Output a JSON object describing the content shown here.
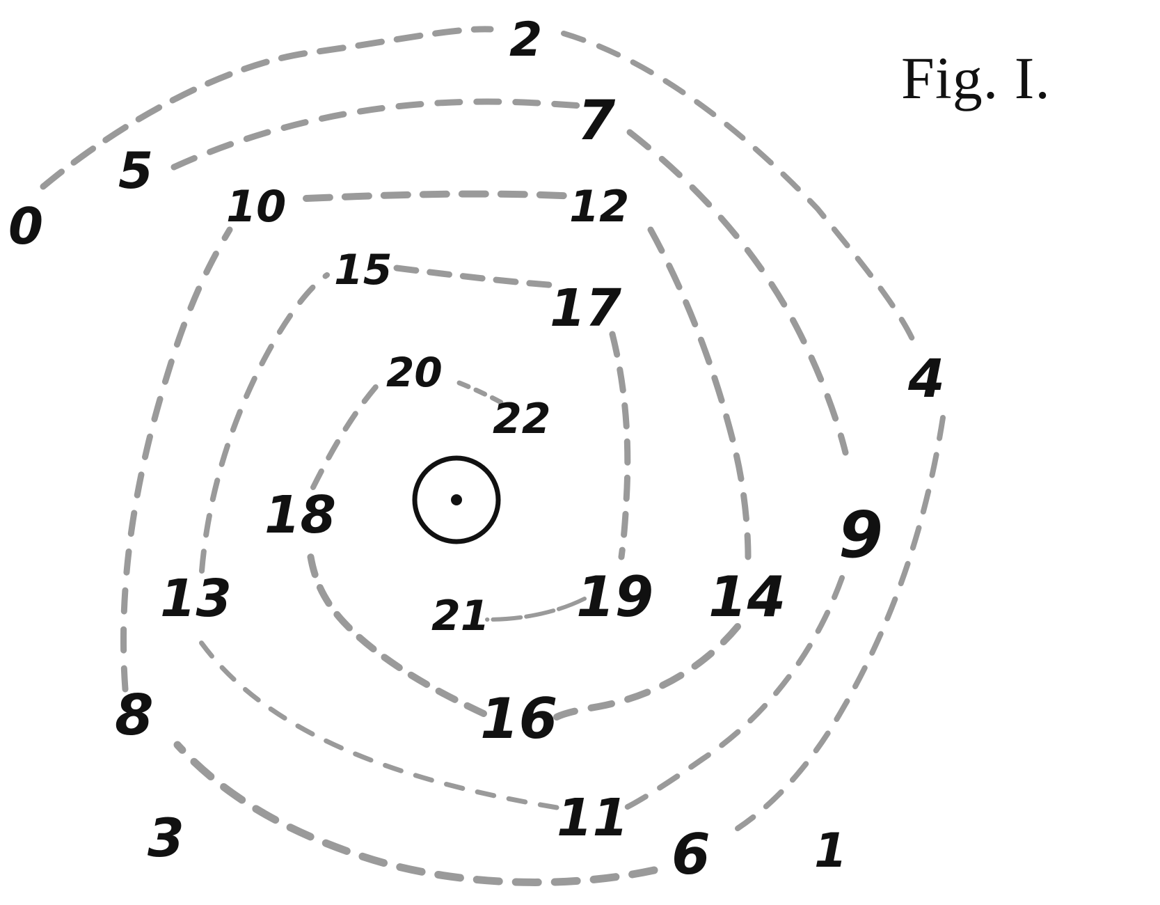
{
  "figure": {
    "title": "Fig. I."
  },
  "colors": {
    "ink": "#111111",
    "dash": "#9a9a9a",
    "background": "#ffffff"
  },
  "diagram": {
    "center_symbol": "sun-circle-with-dot",
    "labels": [
      "0",
      "1",
      "2",
      "3",
      "4",
      "5",
      "6",
      "7",
      "8",
      "9",
      "10",
      "11",
      "12",
      "13",
      "14",
      "15",
      "16",
      "17",
      "18",
      "19",
      "20",
      "21",
      "22"
    ]
  }
}
